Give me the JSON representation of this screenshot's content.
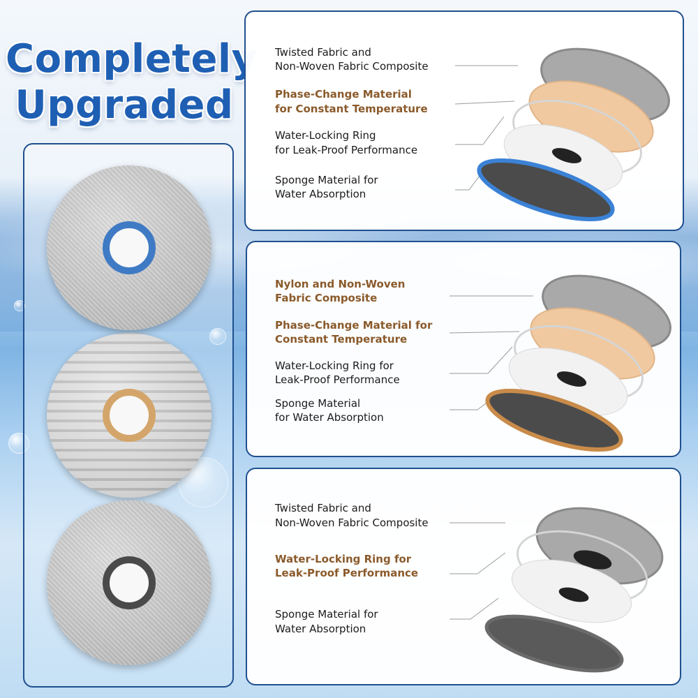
{
  "headline": {
    "line1": "Completely",
    "line2": "Upgraded"
  },
  "pads": [
    {
      "name": "twisted-fabric-mop-pad",
      "ring_color": "#3f7ac4"
    },
    {
      "name": "nylon-mop-pad",
      "ring_color": "#d4a56a"
    },
    {
      "name": "basic-mop-pad",
      "ring_color": "#4a4a4a"
    }
  ],
  "panels": [
    {
      "labels": [
        {
          "line1": "Twisted Fabric and",
          "line2": "Non-Woven Fabric Composite",
          "highlight": false
        },
        {
          "line1": "Phase-Change Material",
          "line2": "for Constant Temperature",
          "highlight": true
        },
        {
          "line1": "Water-Locking Ring",
          "line2": "for Leak-Proof Performance",
          "highlight": false
        },
        {
          "line1": "Sponge Material for",
          "line2": "Water Absorption",
          "highlight": false
        }
      ],
      "base_ring_color": "#3b82d6"
    },
    {
      "labels": [
        {
          "line1": "Nylon and Non-Woven",
          "line2": "Fabric Composite",
          "highlight": true
        },
        {
          "line1": "Phase-Change Material for",
          "line2": "Constant Temperature",
          "highlight": true
        },
        {
          "line1": "Water-Locking Ring for",
          "line2": "Leak-Proof Performance",
          "highlight": false
        },
        {
          "line1": "Sponge Material",
          "line2": "for Water Absorption",
          "highlight": false
        }
      ],
      "base_ring_color": "#c98b4a"
    },
    {
      "labels": [
        {
          "line1": "Twisted Fabric and",
          "line2": "Non-Woven Fabric Composite",
          "highlight": false
        },
        {
          "line1": "Water-Locking Ring for",
          "line2": "Leak-Proof Performance",
          "highlight": true
        },
        {
          "line1": "Sponge Material for",
          "line2": "Water Absorption",
          "highlight": false
        }
      ],
      "base_ring_color": "#6b6b6b"
    }
  ],
  "colors": {
    "accent": "#1e5fb3",
    "highlight_text": "#8a5a2b",
    "panel_border": "#1f4f8f"
  }
}
